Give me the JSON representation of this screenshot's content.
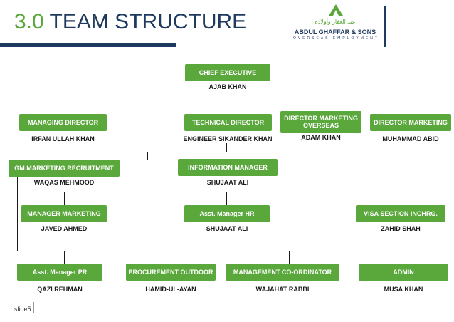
{
  "header": {
    "title_number": "3.0",
    "title_text": "TEAM STRUCTURE"
  },
  "logo": {
    "arabic": "عبد الغفار وأولاده",
    "name": "ABDUL GHAFFAR & SONS",
    "sub": "OVERSEAS EMPLOYMENT"
  },
  "nodes": {
    "ceo": {
      "title": "CHIEF EXECUTIVE",
      "name": "AJAB KHAN"
    },
    "md": {
      "title": "MANAGING DIRECTOR",
      "name": "IRFAN ULLAH KHAN"
    },
    "td": {
      "title": "TECHNICAL DIRECTOR",
      "name": "ENGINEER SIKANDER KHAN"
    },
    "dmo": {
      "title": "DIRECTOR MARKETING OVERSEAS",
      "name": "ADAM KHAN"
    },
    "dm": {
      "title": "DIRECTOR MARKETING",
      "name": "MUHAMMAD ABID"
    },
    "gm": {
      "title": "GM MARKETING RECRUITMENT",
      "name": "WAQAS MEHMOOD"
    },
    "im": {
      "title": "INFORMATION MANAGER",
      "name": "SHUJAAT ALI"
    },
    "mm": {
      "title": "MANAGER MARKETING",
      "name": "JAVED AHMED"
    },
    "ahr": {
      "title": "Asst. Manager HR",
      "name": "SHUJAAT ALI"
    },
    "visa": {
      "title": "VISA SECTION INCHRG.",
      "name": "ZAHID SHAH"
    },
    "apr": {
      "title": "Asst. Manager PR",
      "name": "QAZI REHMAN"
    },
    "proc": {
      "title": "PROCUREMENT OUTDOOR",
      "name": "HAMID-UL-AYAN"
    },
    "mco": {
      "title": "MANAGEMENT CO-ORDINATOR",
      "name": "WAJAHAT RABBI"
    },
    "admin": {
      "title": "ADMIN",
      "name": "MUSA KHAN"
    }
  },
  "footer": {
    "slide": "slide5"
  }
}
